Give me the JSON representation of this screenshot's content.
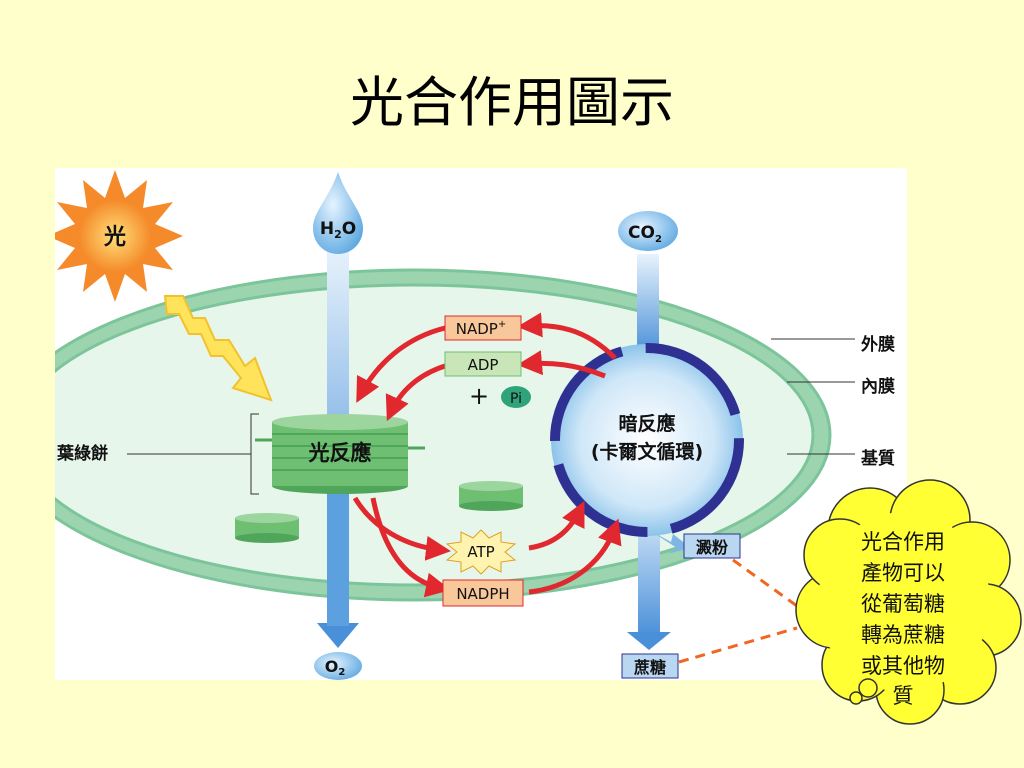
{
  "title": "光合作用圖示",
  "labels": {
    "sun": "光",
    "water_h": "H",
    "water_sub": "2",
    "water_o": "O",
    "co2_co": "CO",
    "co2_sub": "2",
    "o2_o": "O",
    "o2_sub": "2",
    "nadp_plus": "NADP",
    "nadp_sup": "+",
    "adp": "ADP",
    "plus": "+",
    "pi": "Pi",
    "light_reaction": "光反應",
    "dark_reaction_line1": "暗反應",
    "dark_reaction_line2": "(卡爾文循環)",
    "atp": "ATP",
    "nadph": "NADPH",
    "starch": "澱粉",
    "sucrose": "蔗糖",
    "outer_membrane": "外膜",
    "inner_membrane": "內膜",
    "stroma": "基質",
    "grana": "葉綠餅"
  },
  "cloud_text": [
    "光合作用",
    "產物可以",
    "從葡萄糖",
    "轉為蔗糖",
    "或其他物",
    "質"
  ],
  "colors": {
    "background": "#FFFFCC",
    "membrane": "#7CC59A",
    "stroma": "#E4F5E8",
    "arrow_red": "#E0282E",
    "cycle_blue": "#2E3192",
    "grana_green": "#6FBF73",
    "label_box_orange": "#F9C89A",
    "label_box_green": "#C9E6B8",
    "label_box_blue": "#B9D7F0",
    "cloud_yellow": "#FFFF33",
    "dash_orange": "#F26522"
  }
}
